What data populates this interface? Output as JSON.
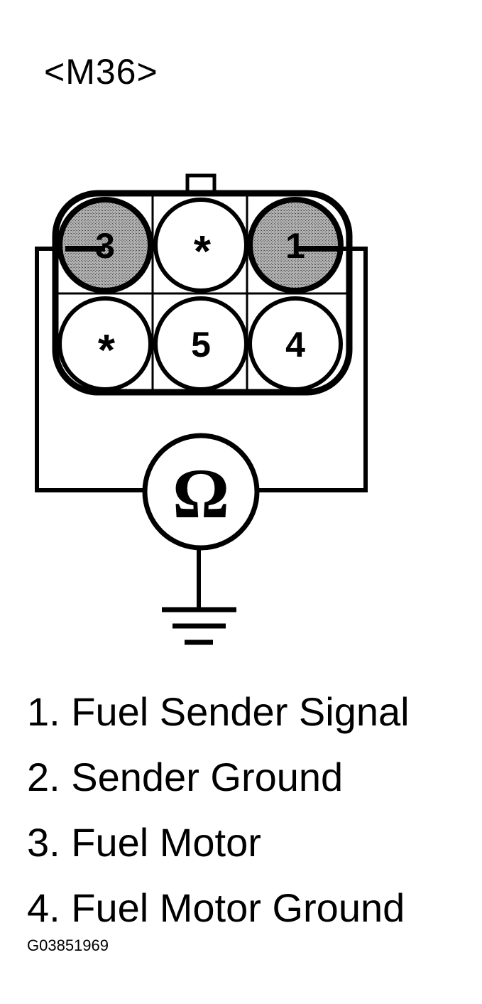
{
  "connector": {
    "id": "<M36>",
    "pins": [
      {
        "row": 1,
        "col": 1,
        "label": "3",
        "highlighted": true
      },
      {
        "row": 1,
        "col": 2,
        "label": "*",
        "highlighted": false
      },
      {
        "row": 1,
        "col": 3,
        "label": "1",
        "highlighted": true
      },
      {
        "row": 2,
        "col": 1,
        "label": "*",
        "highlighted": false
      },
      {
        "row": 2,
        "col": 2,
        "label": "5",
        "highlighted": false
      },
      {
        "row": 2,
        "col": 3,
        "label": "4",
        "highlighted": false
      }
    ]
  },
  "meter": {
    "symbol": "Ω",
    "icon": "ohmmeter-icon"
  },
  "ground": {
    "icon": "ground-symbol-icon"
  },
  "legend": [
    "1. Fuel Sender Signal",
    "2. Sender Ground",
    "3. Fuel Motor",
    "4. Fuel Motor Ground"
  ],
  "figure_code": "G03851969",
  "colors": {
    "line": "#000000",
    "highlight": "#9a9a9a",
    "background": "#ffffff"
  }
}
